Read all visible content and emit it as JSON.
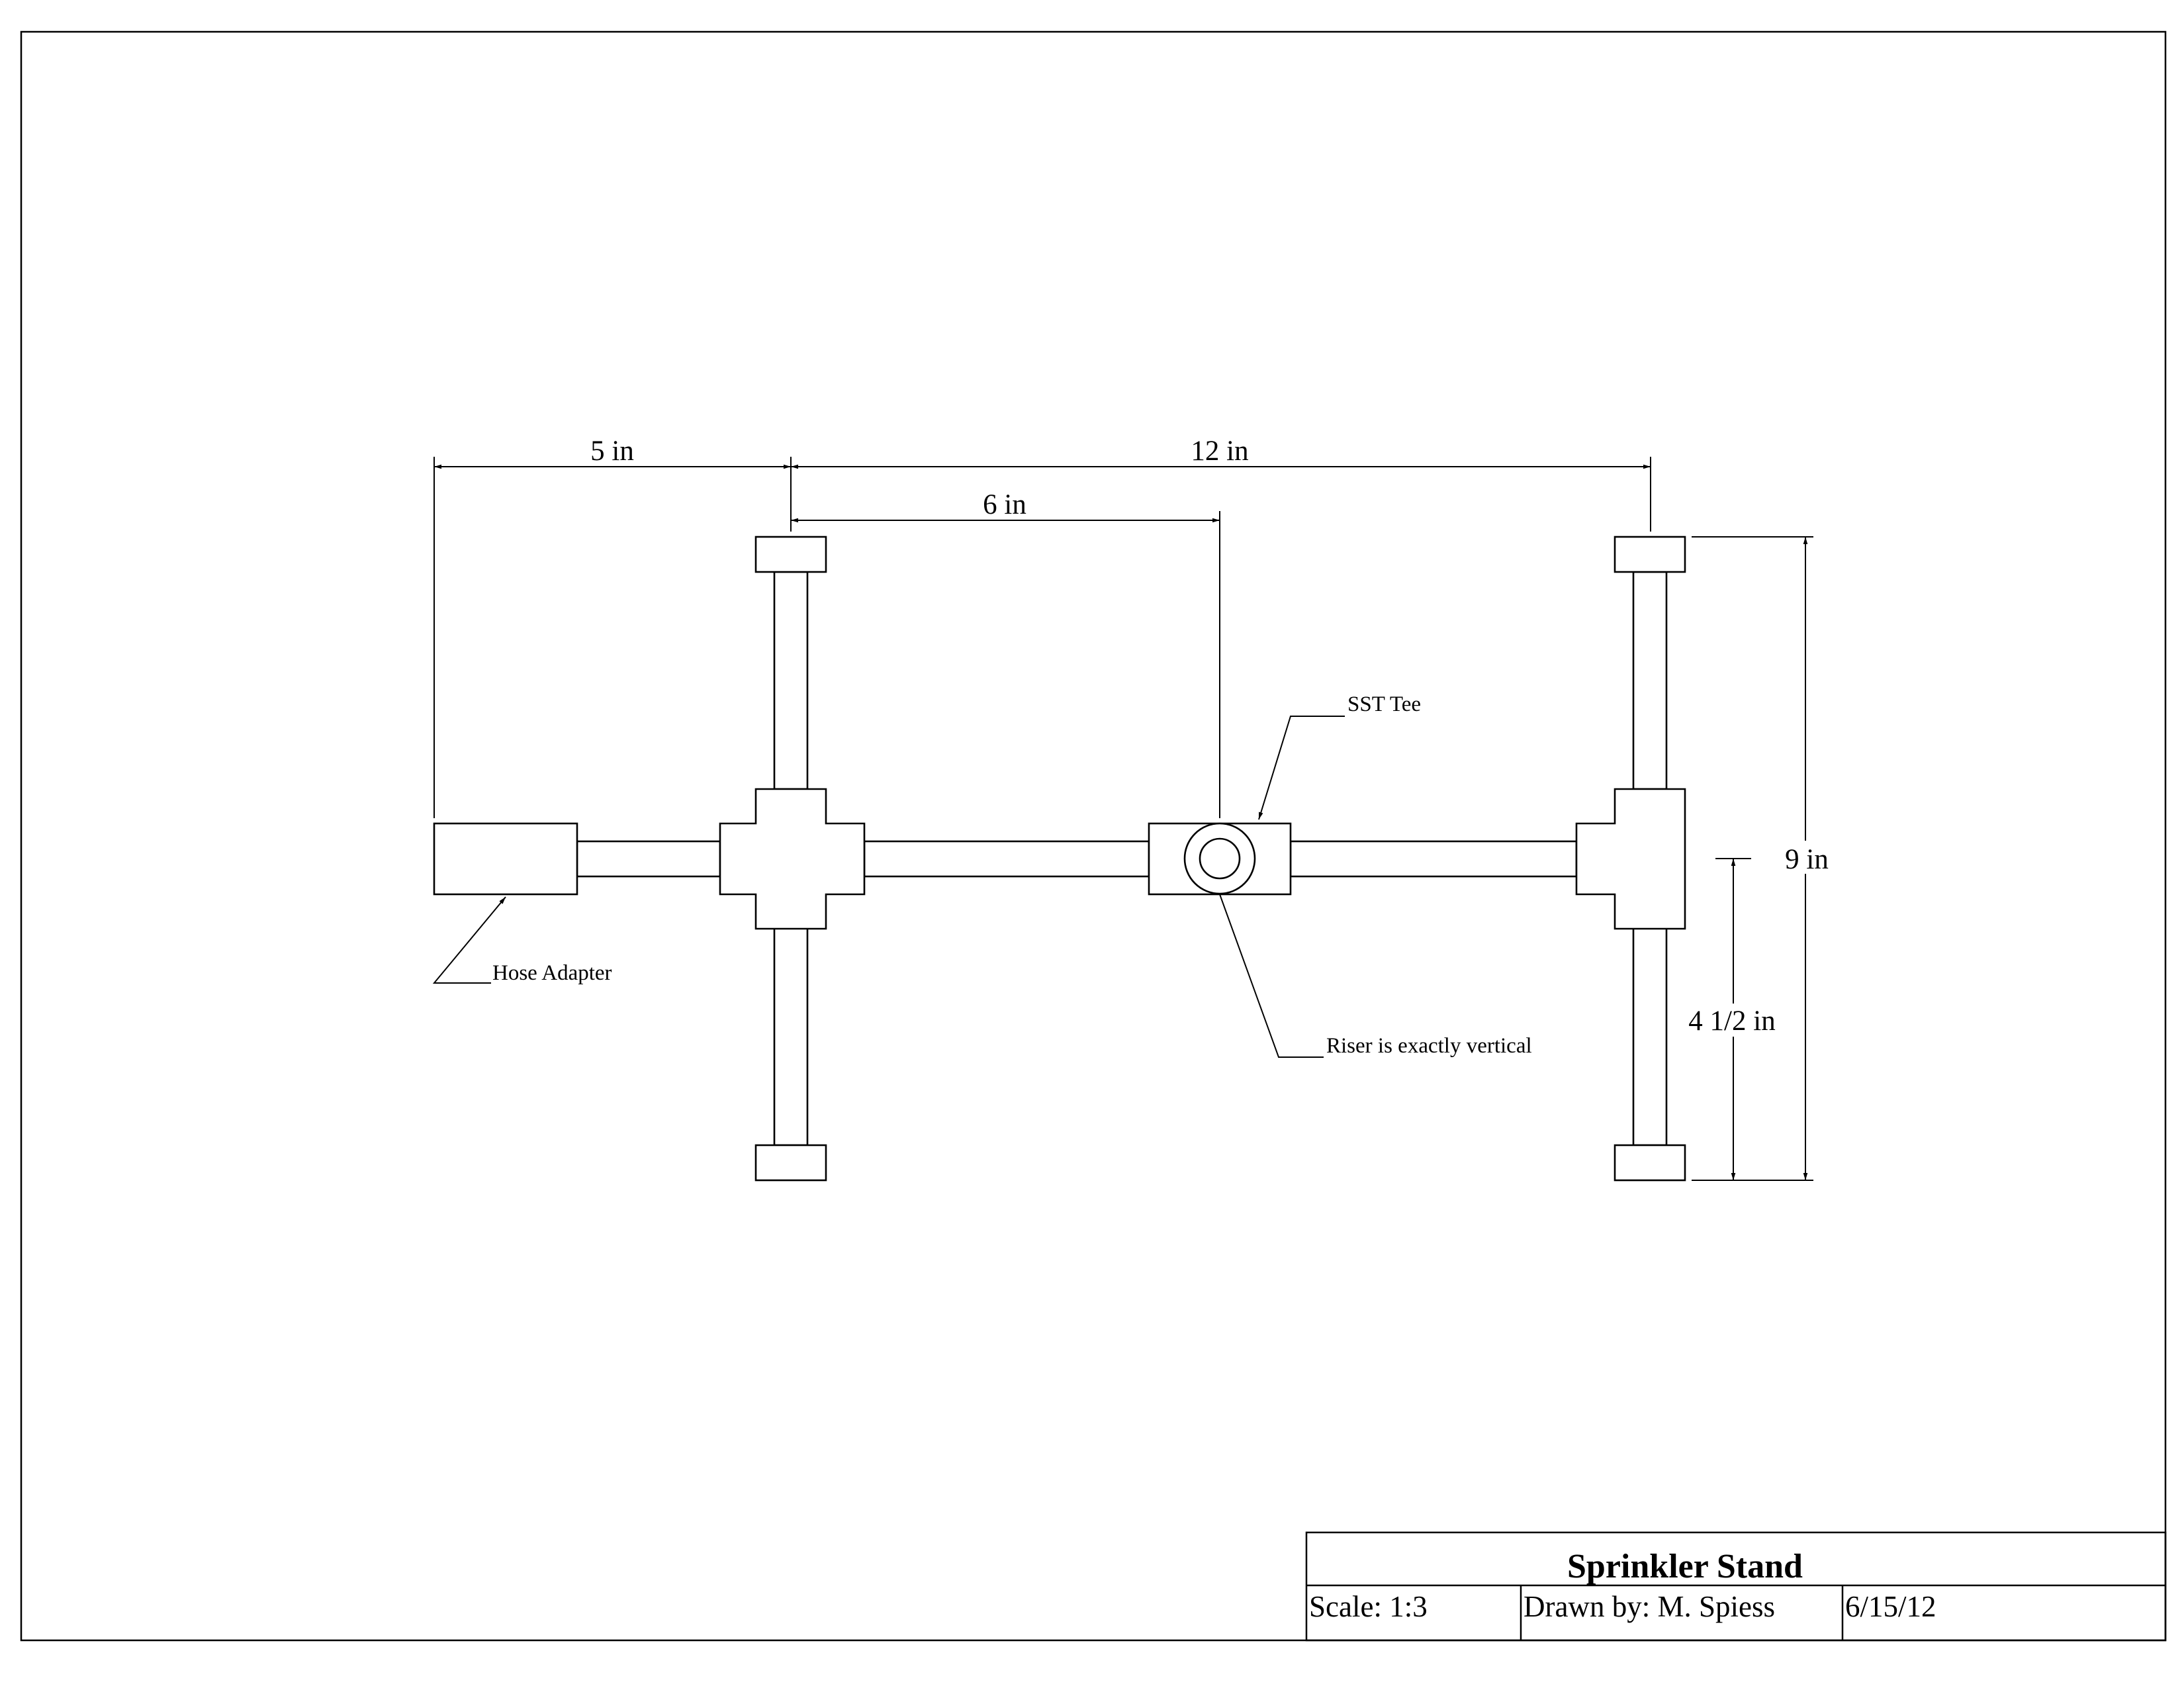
{
  "dimensions": {
    "d_5in": "5 in",
    "d_12in": "12 in",
    "d_6in": "6 in",
    "d_9in": "9 in",
    "d_4half_in": "4 1/2 in"
  },
  "callouts": {
    "sst_tee": "SST Tee",
    "hose_adapter": "Hose Adapter",
    "riser_note": "Riser is exactly vertical"
  },
  "title_block": {
    "title": "Sprinkler Stand",
    "scale": "Scale: 1:3",
    "drawn_by": "Drawn by: M. Spiess",
    "date": "6/15/12"
  }
}
